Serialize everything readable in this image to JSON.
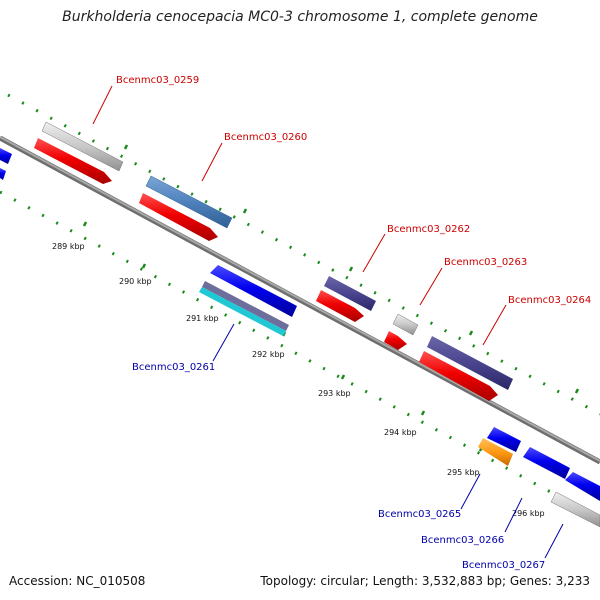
{
  "title": "Burkholderia cenocepacia MC0-3 chromosome 1, complete genome",
  "footer": {
    "accession": "Accession: NC_010508",
    "topology": "Topology: circular; Length: 3,532,883 bp; Genes: 3,233"
  },
  "colors": {
    "backbone": "#8c8c8c",
    "tick": "#1a8a1a",
    "forward_label": "#cc0000",
    "reverse_label": "#0000aa"
  },
  "kbp_labels": [
    "289 kbp",
    "290 kbp",
    "291 kbp",
    "292 kbp",
    "293 kbp",
    "294 kbp",
    "295 kbp",
    "296 kbp"
  ],
  "gene_labels": {
    "g0259": "Bcenmc03_0259",
    "g0260": "Bcenmc03_0260",
    "g0261": "Bcenmc03_0261",
    "g0262": "Bcenmc03_0262",
    "g0263": "Bcenmc03_0263",
    "g0264": "Bcenmc03_0264",
    "g0265": "Bcenmc03_0265",
    "g0266": "Bcenmc03_0266",
    "g0267": "Bcenmc03_0267"
  }
}
